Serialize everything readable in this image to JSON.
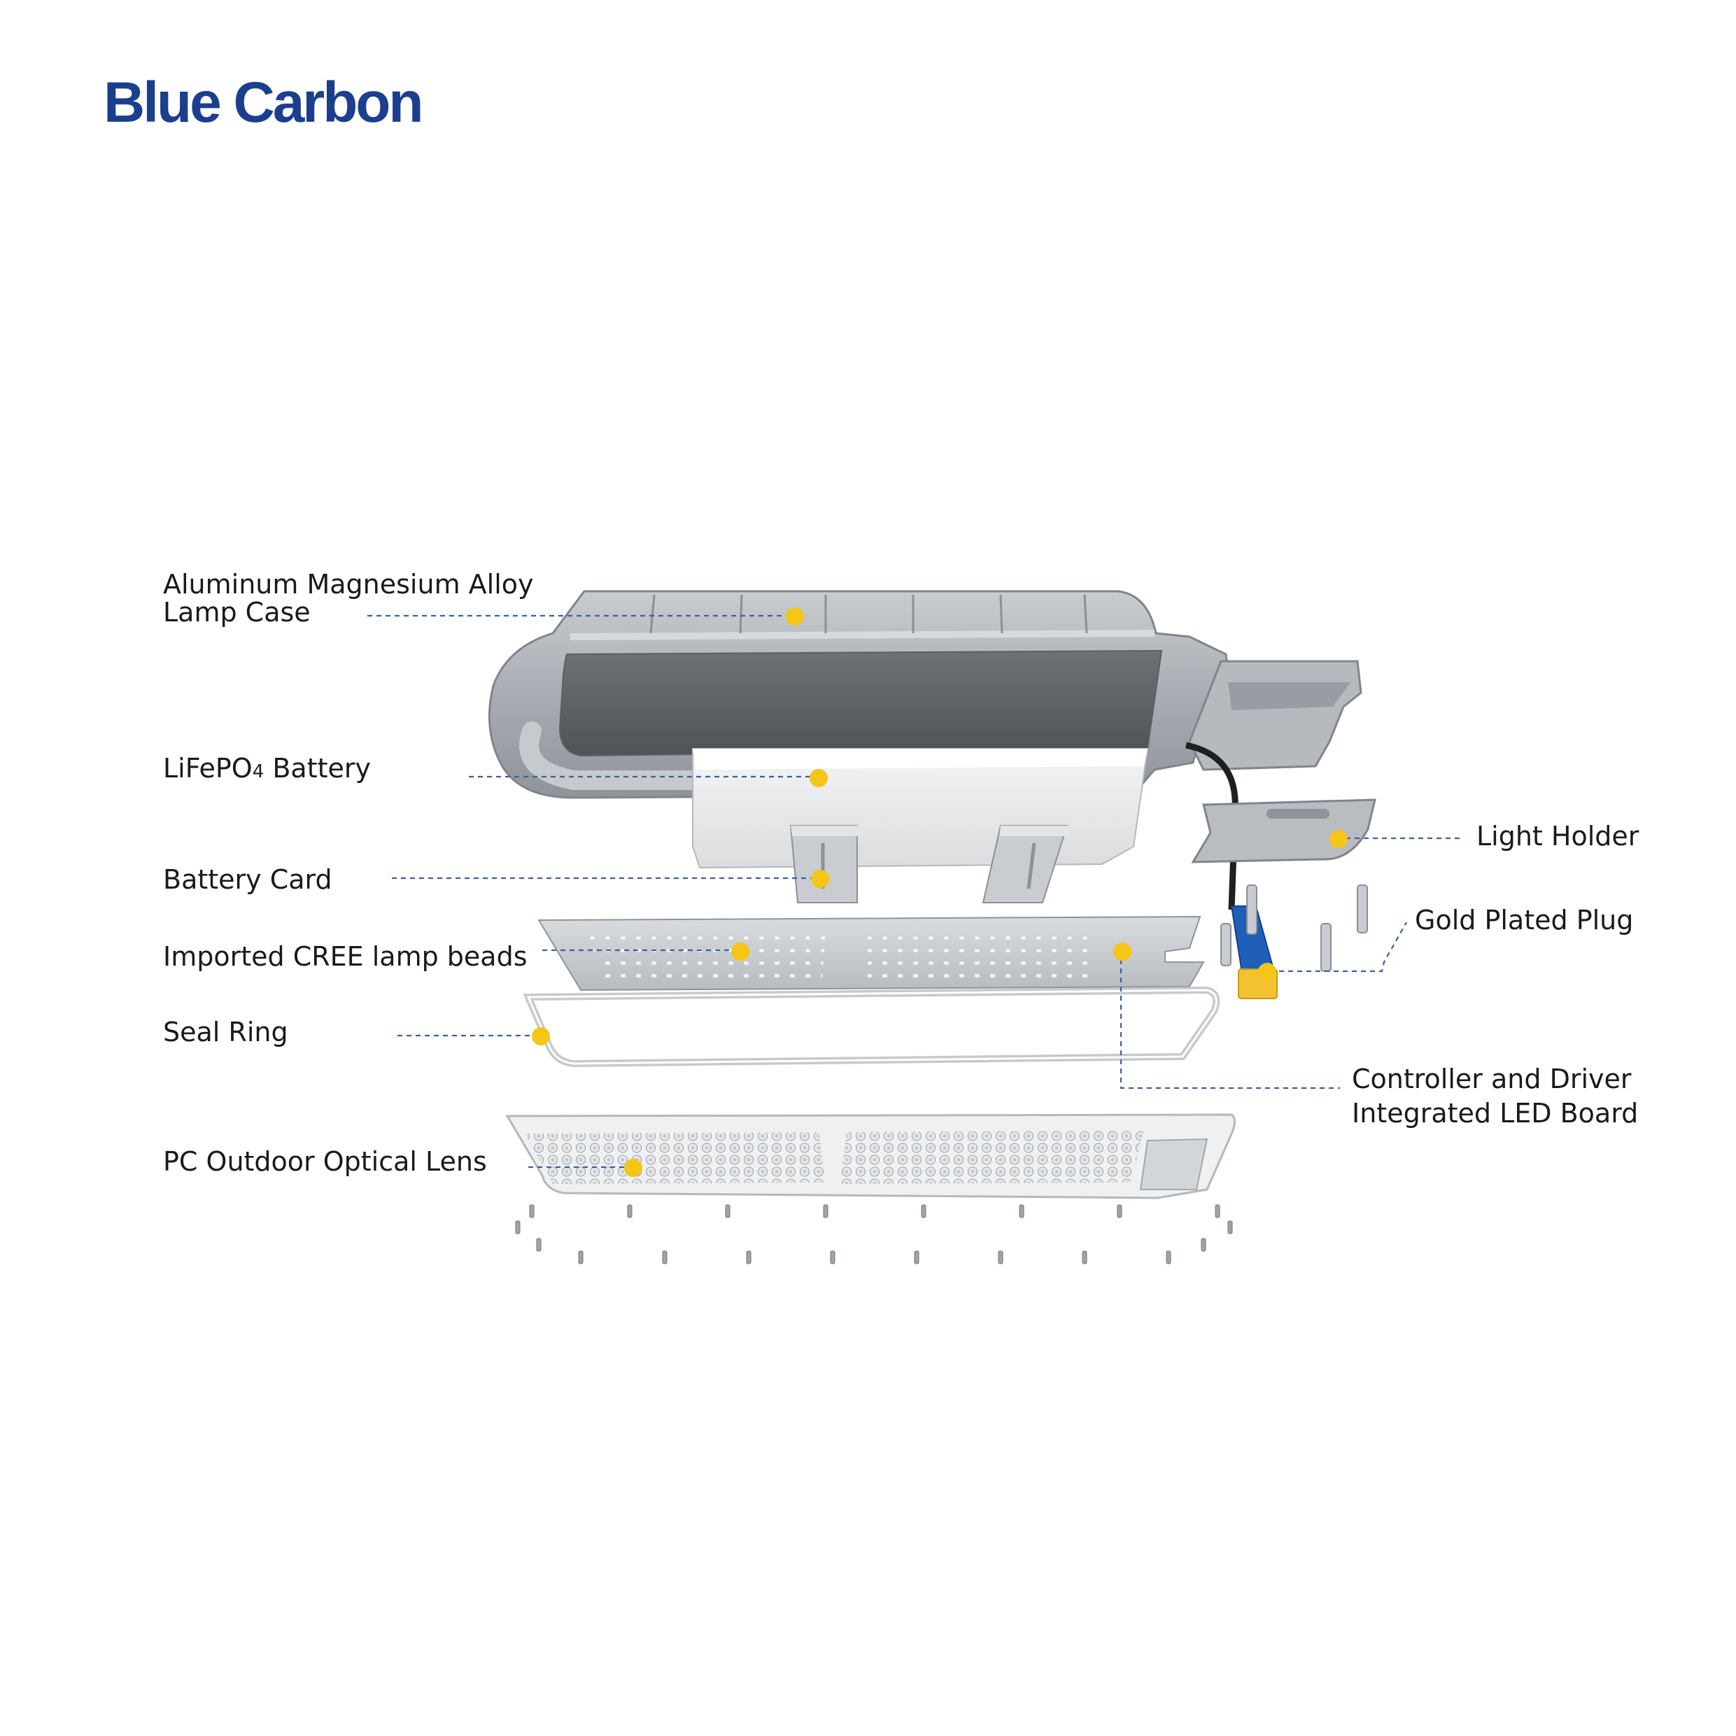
{
  "brand": {
    "name": "Blue Carbon",
    "color": "#1b3f8f"
  },
  "accent": {
    "marker_color": "#f5c518",
    "leader_color": "#3a5fa0"
  },
  "labels": {
    "lamp_case_line1": "Aluminum Magnesium Alloy",
    "lamp_case_line2": "Lamp Case",
    "battery_prefix": "LiFePO",
    "battery_subscript": "4",
    "battery_suffix": " Battery",
    "battery_card": "Battery Card",
    "led_beads": "Imported CREE lamp beads",
    "seal_ring": "Seal Ring",
    "optical_lens": "PC Outdoor Optical Lens",
    "light_holder": "Light Holder",
    "gold_plug": "Gold Plated Plug",
    "controller_line1": "Controller and Driver",
    "controller_line2": "Integrated LED Board"
  }
}
